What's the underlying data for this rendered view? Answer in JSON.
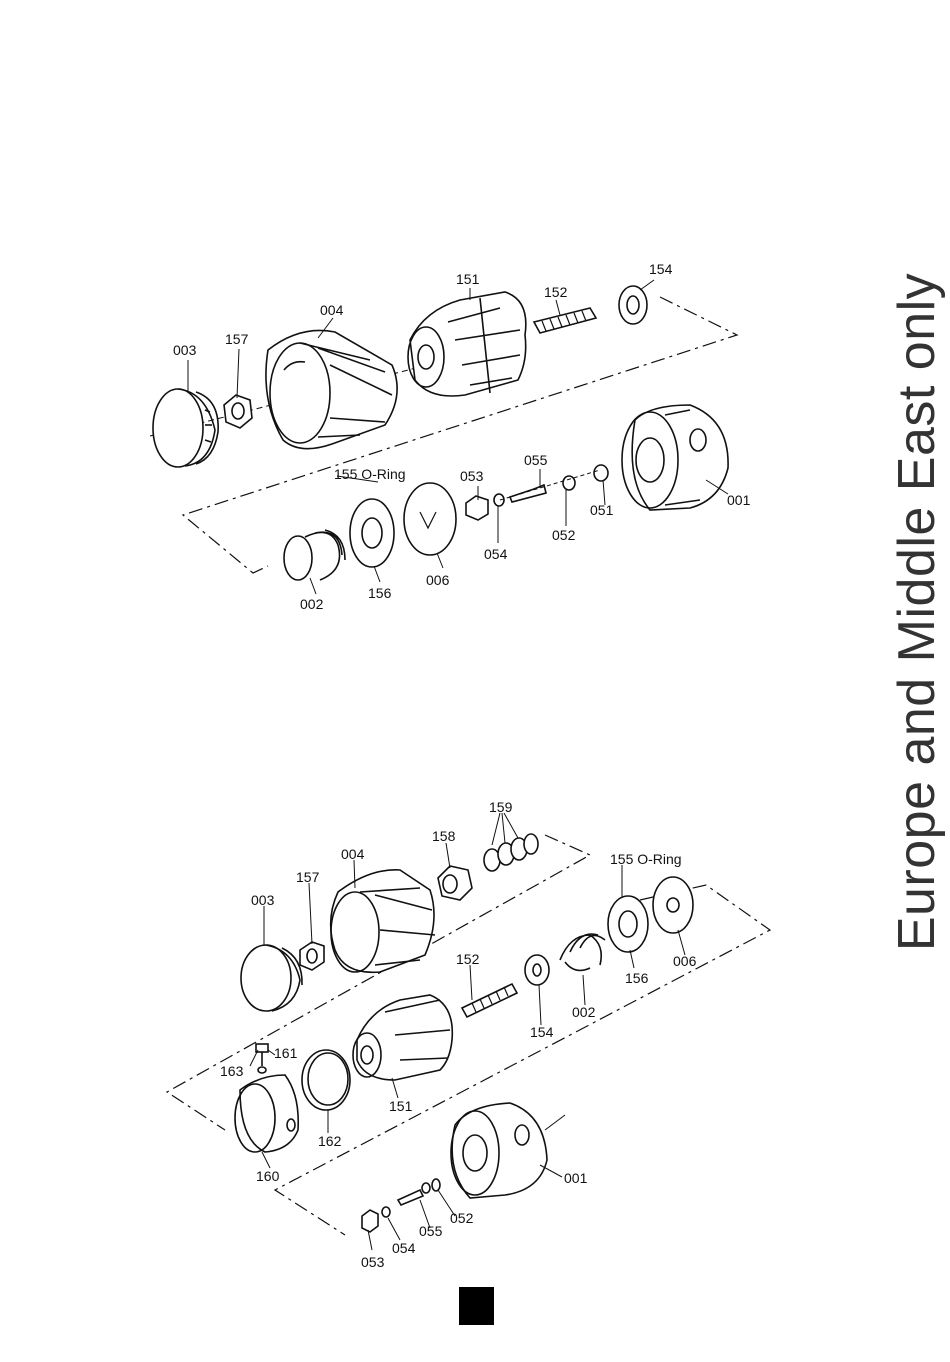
{
  "side_caption": "Europe and Middle East only",
  "diagram_top": {
    "labels": {
      "p151": "151",
      "p152": "152",
      "p154": "154",
      "p004": "004",
      "p003": "003",
      "p157": "157",
      "p155": "155 O-Ring",
      "p053": "053",
      "p055": "055",
      "p001": "001",
      "p051": "051",
      "p052": "052",
      "p054": "054",
      "p006": "006",
      "p156": "156",
      "p002": "002"
    }
  },
  "diagram_bottom": {
    "labels": {
      "p159": "159",
      "p158": "158",
      "p004": "004",
      "p157": "157",
      "p003": "003",
      "p155": "155 O-Ring",
      "p156": "156",
      "p006": "006",
      "p152": "152",
      "p002": "002",
      "p154": "154",
      "p163": "163",
      "p161": "161",
      "p151": "151",
      "p162": "162",
      "p160": "160",
      "p001": "001",
      "p052": "052",
      "p055": "055",
      "p054": "054",
      "p053": "053"
    }
  },
  "page_marker": {
    "color": "#000000"
  }
}
